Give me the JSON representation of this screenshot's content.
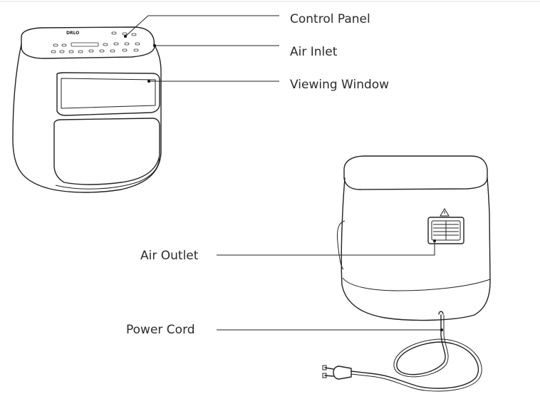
{
  "diagram": {
    "labels": {
      "control_panel": "Control Panel",
      "air_inlet": "Air Inlet",
      "viewing_window": "Viewing Window",
      "air_outlet": "Air Outlet",
      "power_cord": "Power Cord"
    },
    "brand_mark": "DRLO",
    "colors": {
      "line": "#222222",
      "text": "#2b2b2b",
      "background": "#ffffff"
    }
  }
}
